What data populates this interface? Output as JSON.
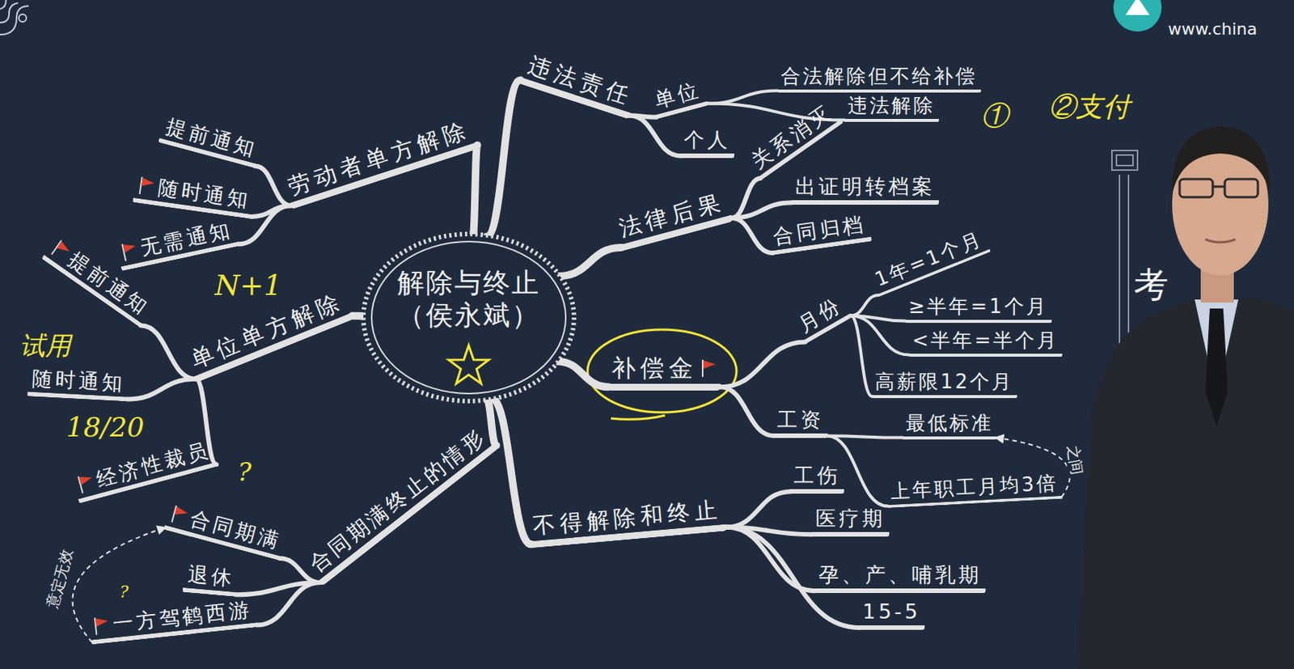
{
  "diagram": {
    "nodes": [
      {
        "text": [
          "解除与终止",
          "（侯永斌）"
        ]
      },
      {
        "text": [
          "劳动者单方解除"
        ]
      },
      {
        "text": [
          "提前通知"
        ]
      },
      {
        "text": [
          "随时通知"
        ]
      },
      {
        "text": [
          "无需通知"
        ]
      },
      {
        "text": [
          "单位单方解除"
        ]
      },
      {
        "text": [
          "提前通知"
        ]
      },
      {
        "text": [
          "随时通知"
        ]
      },
      {
        "text": [
          "经济性裁员"
        ]
      },
      {
        "text": [
          "合同期满终止的情形"
        ]
      },
      {
        "text": [
          "合同期满"
        ]
      },
      {
        "text": [
          "退休"
        ]
      },
      {
        "text": [
          "一方驾鹤西游"
        ]
      },
      {
        "text": [
          "违法责任"
        ]
      },
      {
        "text": [
          "单位"
        ]
      },
      {
        "text": [
          "合法解除但不给补偿"
        ]
      },
      {
        "text": [
          "违法解除"
        ]
      },
      {
        "text": [
          "个人"
        ]
      },
      {
        "text": [
          "法律后果"
        ]
      },
      {
        "text": [
          "关系消灭"
        ]
      },
      {
        "text": [
          "出证明转档案"
        ]
      },
      {
        "text": [
          "合同归档"
        ]
      },
      {
        "text": [
          "补偿金"
        ]
      },
      {
        "text": [
          "月份"
        ]
      },
      {
        "text": [
          "1年=1个月"
        ]
      },
      {
        "text": [
          "≥半年=1个月"
        ]
      },
      {
        "text": [
          "<半年=半个月"
        ]
      },
      {
        "text": [
          "高薪限12个月"
        ]
      },
      {
        "text": [
          "工资"
        ]
      },
      {
        "text": [
          "最低标准"
        ]
      },
      {
        "text": [
          "上年职工月均3倍"
        ]
      },
      {
        "text": [
          "不得解除和终止"
        ]
      },
      {
        "text": [
          "工伤"
        ]
      },
      {
        "text": [
          "医疗期"
        ]
      },
      {
        "text": [
          "孕、产、哺乳期"
        ]
      },
      {
        "text": [
          "15-5"
        ]
      }
    ],
    "edges": [
      {
        "from": 0,
        "to": 1,
        "arrow": "none"
      },
      {
        "from": 1,
        "to": 2,
        "arrow": "none"
      },
      {
        "from": 1,
        "to": 3,
        "arrow": "none"
      },
      {
        "from": 1,
        "to": 4,
        "arrow": "none"
      },
      {
        "from": 0,
        "to": 5,
        "arrow": "none"
      },
      {
        "from": 5,
        "to": 6,
        "arrow": "none"
      },
      {
        "from": 5,
        "to": 7,
        "arrow": "none"
      },
      {
        "from": 5,
        "to": 8,
        "arrow": "none"
      },
      {
        "from": 0,
        "to": 9,
        "arrow": "none"
      },
      {
        "from": 9,
        "to": 10,
        "arrow": "none"
      },
      {
        "from": 9,
        "to": 11,
        "arrow": "none"
      },
      {
        "from": 9,
        "to": 12,
        "arrow": "none"
      },
      {
        "from": 12,
        "to": 10,
        "label": "意定无效",
        "arrow": "to"
      },
      {
        "from": 0,
        "to": 13,
        "arrow": "none"
      },
      {
        "from": 13,
        "to": 14,
        "arrow": "none"
      },
      {
        "from": 14,
        "to": 15,
        "arrow": "none"
      },
      {
        "from": 14,
        "to": 16,
        "arrow": "none"
      },
      {
        "from": 13,
        "to": 17,
        "arrow": "none"
      },
      {
        "from": 0,
        "to": 18,
        "arrow": "none"
      },
      {
        "from": 18,
        "to": 19,
        "arrow": "none"
      },
      {
        "from": 18,
        "to": 20,
        "arrow": "none"
      },
      {
        "from": 18,
        "to": 21,
        "arrow": "none"
      },
      {
        "from": 0,
        "to": 22,
        "arrow": "none"
      },
      {
        "from": 22,
        "to": 23,
        "arrow": "none"
      },
      {
        "from": 23,
        "to": 24,
        "arrow": "none"
      },
      {
        "from": 23,
        "to": 25,
        "arrow": "none"
      },
      {
        "from": 23,
        "to": 26,
        "arrow": "none"
      },
      {
        "from": 23,
        "to": 27,
        "arrow": "none"
      },
      {
        "from": 22,
        "to": 28,
        "arrow": "none"
      },
      {
        "from": 28,
        "to": 29,
        "arrow": "none"
      },
      {
        "from": 28,
        "to": 30,
        "arrow": "none"
      },
      {
        "from": 30,
        "to": 29,
        "label": "之间",
        "arrow": "to"
      },
      {
        "from": 0,
        "to": 31,
        "arrow": "none"
      },
      {
        "from": 31,
        "to": 32,
        "arrow": "none"
      },
      {
        "from": 31,
        "to": 33,
        "arrow": "none"
      },
      {
        "from": 31,
        "to": 34,
        "arrow": "none"
      },
      {
        "from": 31,
        "to": 35,
        "arrow": "none"
      }
    ],
    "labels": [
      "①",
      "②支付",
      "N+1",
      "试用",
      "18/20",
      "?",
      "?",
      "考",
      "www.china"
    ]
  }
}
